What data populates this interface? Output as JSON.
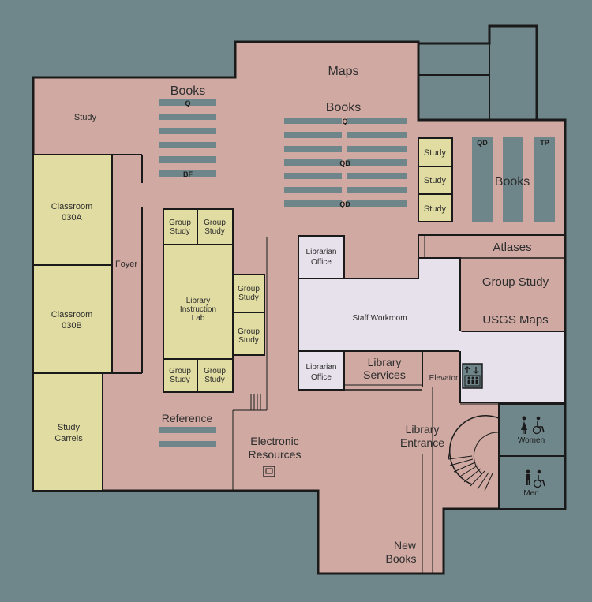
{
  "colors": {
    "background": "#6f868a",
    "floor": "#cfa9a2",
    "room_yellow": "#e0dca2",
    "room_light": "#e6e1eb",
    "restroom": "#6f868a",
    "wall": "#1a1a1a",
    "shelf": "#6e8589"
  },
  "labels": {
    "maps": "Maps",
    "books_left": "Books",
    "books_center": "Books",
    "books_right": "Books",
    "study_top": "Study",
    "study1": "Study",
    "study2": "Study",
    "study3": "Study",
    "classroom_a": [
      "Classroom",
      "030A"
    ],
    "classroom_b": [
      "Classroom",
      "030B"
    ],
    "study_carrels": [
      "Study",
      "Carrels"
    ],
    "foyer": "Foyer",
    "group_study": [
      "Group",
      "Study"
    ],
    "library_instruction_lab": [
      "Library",
      "Instruction",
      "Lab"
    ],
    "librarian_office_top": [
      "Librarian",
      "Office"
    ],
    "librarian_office_bottom": [
      "Librarian",
      "Office"
    ],
    "staff_workroom": "Staff Workroom",
    "library_services": [
      "Library",
      "Services"
    ],
    "elevator": "Elevator",
    "atlases": "Atlases",
    "group_study_right": "Group Study",
    "usgs_maps": "USGS Maps",
    "reference": "Reference",
    "electronic_resources": [
      "Electronic",
      "Resources"
    ],
    "library_entrance": [
      "Library",
      "Entrance"
    ],
    "new_books": [
      "New",
      "Books"
    ],
    "women": "Women",
    "men": "Men"
  },
  "stack_codes": {
    "left_top": "Q",
    "left_bottom": "BF",
    "center_top": "Q",
    "center_mid": "QB",
    "center_bottom": "QD",
    "right_left": "QD",
    "right_right": "TP"
  },
  "icons": {
    "elevator": "elevator-icon",
    "women": "women-accessible-restroom-icon",
    "men": "men-accessible-restroom-icon",
    "computer": "computer-terminal-icon",
    "stairs": "spiral-stairs-icon"
  }
}
